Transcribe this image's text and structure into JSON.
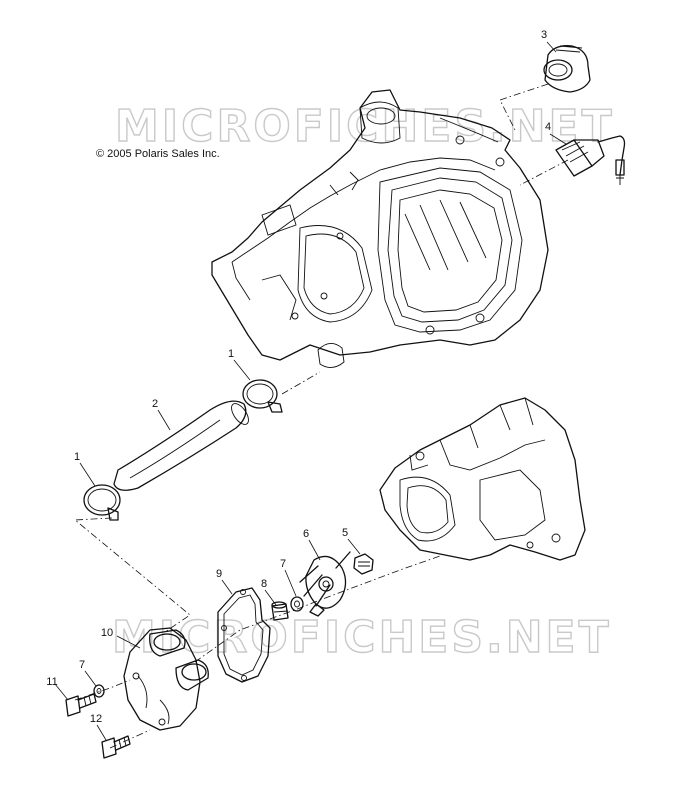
{
  "copyright": "© 2005 Polaris Sales Inc.",
  "watermark": "MICROFICHES.NET",
  "callouts": [
    "1",
    "2",
    "3",
    "4",
    "1",
    "5",
    "6",
    "7",
    "8",
    "9",
    "10",
    "7",
    "11",
    "12"
  ]
}
